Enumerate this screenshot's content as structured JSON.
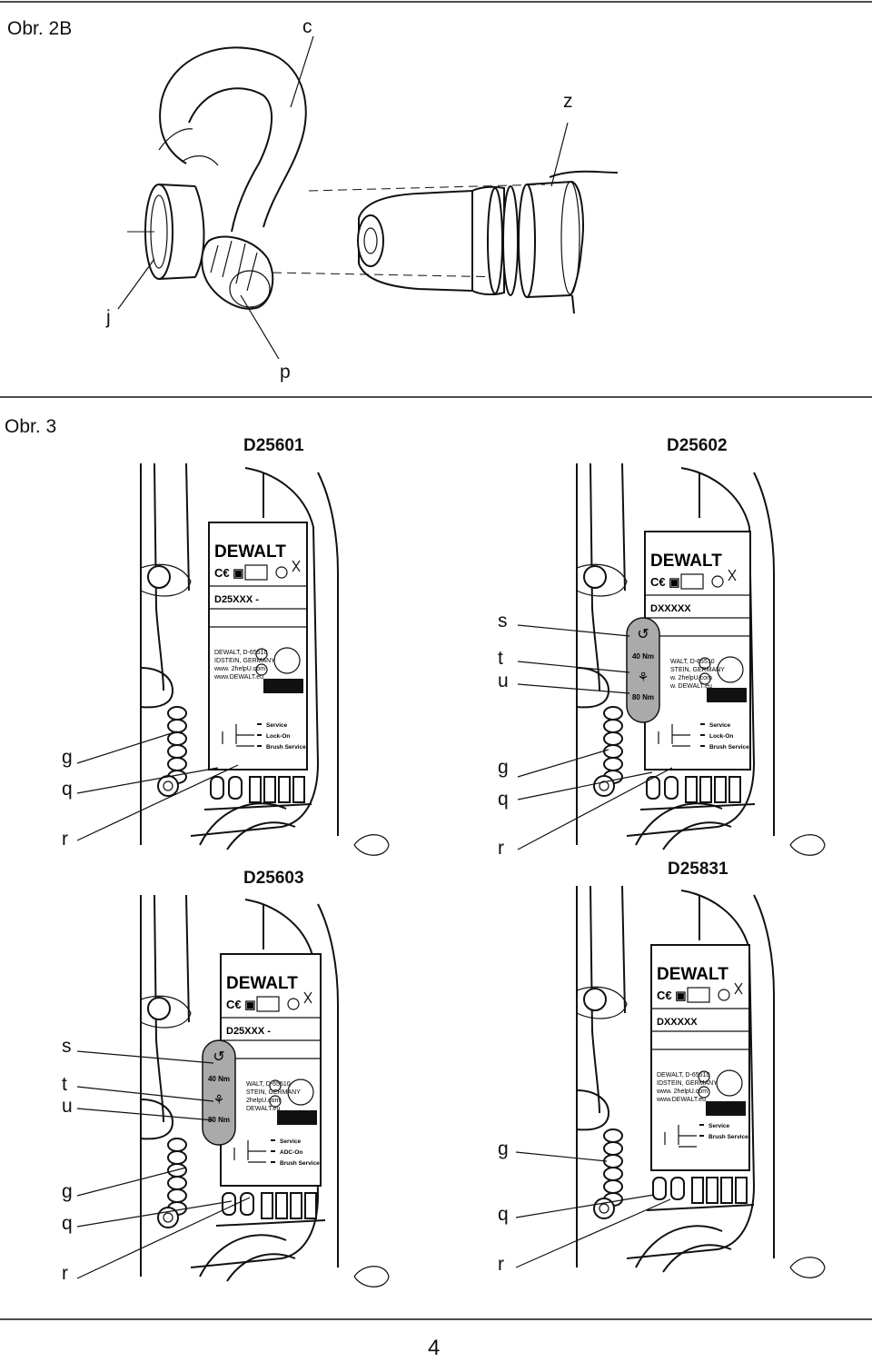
{
  "fig2b": {
    "title": "Obr. 2B",
    "labels": {
      "c": "c",
      "z": "z",
      "j": "j",
      "p": "p"
    }
  },
  "fig3": {
    "title": "Obr. 3"
  },
  "panels": [
    {
      "model": "D25601",
      "plate_model": "D25XXX  -",
      "addr1": "DEWALT, D-65510",
      "addr2": "IDSTEIN, GERMANY",
      "web1": "www. 2helpU.com",
      "web2": "www.DEWALT.eu",
      "modes": [
        "Service",
        "Lock-On",
        "Brush Service"
      ],
      "callouts": [
        "g",
        "q",
        "r"
      ]
    },
    {
      "model": "D25602",
      "plate_model": "DXXXXX",
      "addr1": "WALT, D-65510",
      "addr2": "STEIN, GERMANY",
      "web1": "w. 2helpU.com",
      "web2": "w. DEWALT.eu",
      "torque_high": "40 Nm",
      "torque_low": "80 Nm",
      "modes": [
        "Service",
        "Lock-On",
        "Brush Service"
      ],
      "callouts": [
        "s",
        "t",
        "u",
        "g",
        "q",
        "r"
      ]
    },
    {
      "model": "D25603",
      "plate_model": "D25XXX  -",
      "addr1": "WALT, D-65510",
      "addr2": "STEIN, GERMANY",
      "web1": "2helpU.com",
      "web2": "DEWALT.eu",
      "torque_high": "40 Nm",
      "torque_low": "80 Nm",
      "modes": [
        "Service",
        "ADC-On",
        "Brush Service"
      ],
      "callouts": [
        "s",
        "t",
        "u",
        "g",
        "q",
        "r"
      ]
    },
    {
      "model": "D25831",
      "plate_model": "DXXXXX",
      "addr1": "DEWALT, D-65510",
      "addr2": "IDSTEIN, GERMANY",
      "web1": "www. 2helpU.com",
      "web2": "www.DEWALT.eu",
      "modes": [
        "Service",
        "Brush Service"
      ],
      "callouts": [
        "g",
        "q",
        "r"
      ]
    }
  ],
  "brand": "DEWALT",
  "page_number": "4"
}
